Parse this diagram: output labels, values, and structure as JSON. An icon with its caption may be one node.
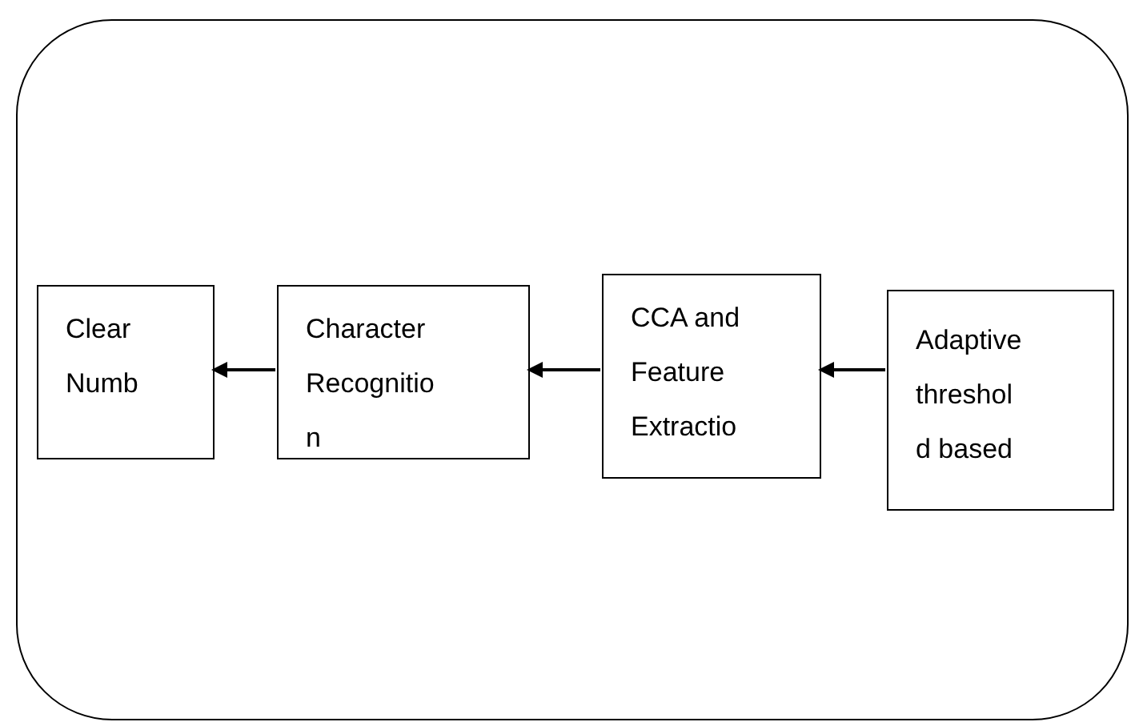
{
  "diagram": {
    "nodes": [
      {
        "text": [],
        "shape": "box"
      },
      {
        "text": [
          "Clear Numb"
        ],
        "in": 0
      },
      {
        "text": [
          "Character Recognitio n"
        ],
        "in": 0
      },
      {
        "text": [
          "CCA and Feature Extractio"
        ],
        "in": 0
      },
      {
        "text": [
          "Adaptive threshol d based"
        ],
        "in": 0
      }
    ],
    "edges": [
      {
        "from": 4,
        "to": 3,
        "arrow": "to"
      },
      {
        "from": 3,
        "to": 2,
        "arrow": "to"
      },
      {
        "from": 2,
        "to": 1,
        "arrow": "to"
      }
    ]
  }
}
